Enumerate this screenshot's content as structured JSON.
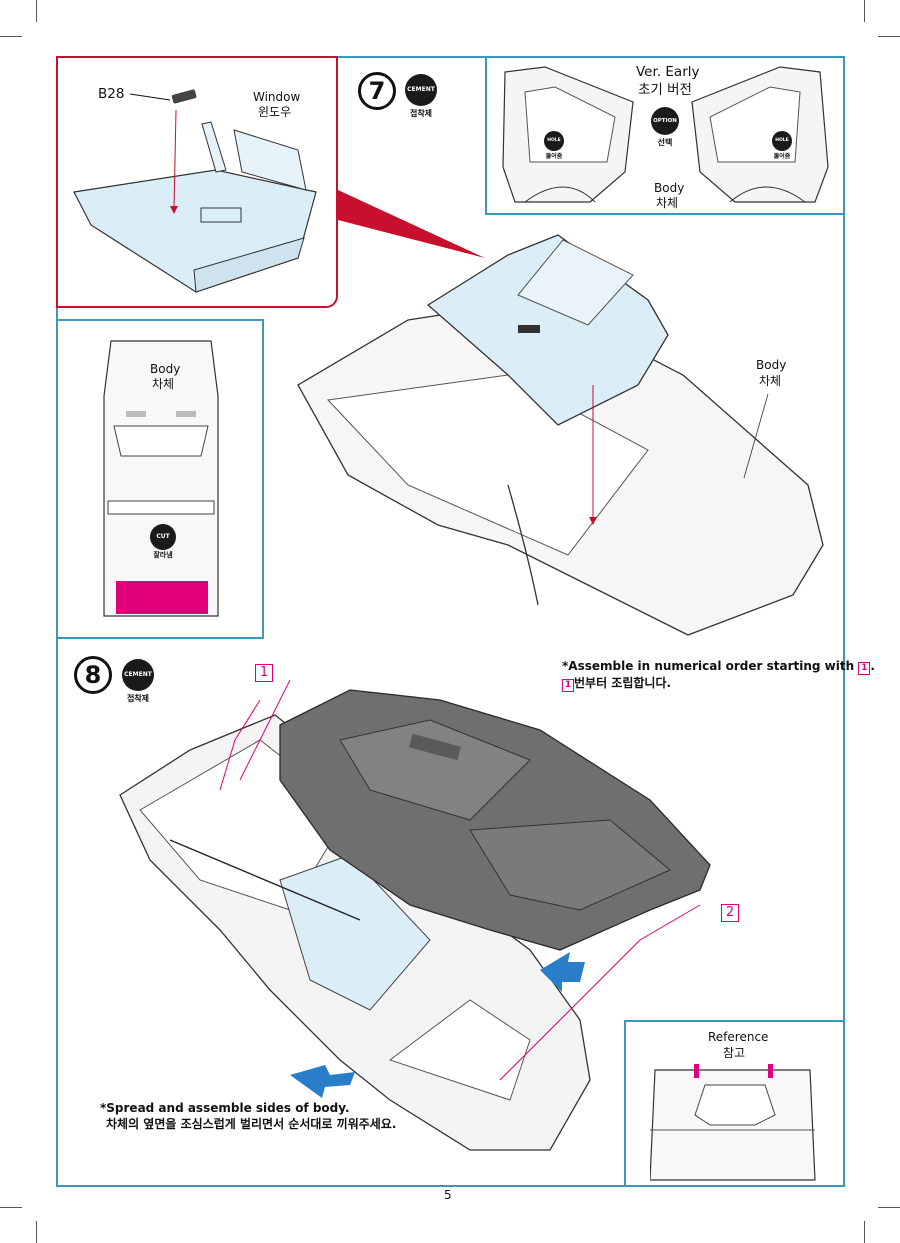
{
  "page": {
    "number": "5"
  },
  "step7": {
    "number": "7",
    "cement_badge": "CEMENT",
    "cement_caption": "접착제",
    "inset_window": {
      "part_code": "B28",
      "label_en": "Window",
      "label_ko": "윈도우"
    },
    "inset_early": {
      "title_en": "Ver. Early",
      "title_ko": "초기 버전",
      "option_badge": "OPTION",
      "option_caption": "선택",
      "hole_badge": "HOLE",
      "hole_caption": "뚫어줌",
      "body_en": "Body",
      "body_ko": "차체"
    },
    "inset_top": {
      "body_en": "Body",
      "body_ko": "차체",
      "cut_badge": "CUT",
      "cut_caption": "잘라냄"
    },
    "main": {
      "body_en": "Body",
      "body_ko": "차체"
    }
  },
  "step8": {
    "number": "8",
    "cement_badge": "CEMENT",
    "cement_caption": "접착제",
    "order_note_en_prefix": "*Assemble in numerical order starting with",
    "order_note_en_suffix": ".",
    "order_note_ko": "번부터 조립합니다.",
    "marker1": "1",
    "marker2": "2",
    "spread_note_en": "*Spread and assemble sides of body.",
    "spread_note_ko": "차체의 옆면을 조심스럽게 벌리면서 순서대로 끼워주세요.",
    "reference": {
      "label_en": "Reference",
      "label_ko": "참고"
    }
  },
  "colors": {
    "frame": "#3a97bd",
    "step7_accent": "#c8102e",
    "cut_area": "#e0007a",
    "window_tint": "#dbeef8",
    "chassis": "#6f6f6f",
    "arrow_blue": "#2a7dc9"
  }
}
